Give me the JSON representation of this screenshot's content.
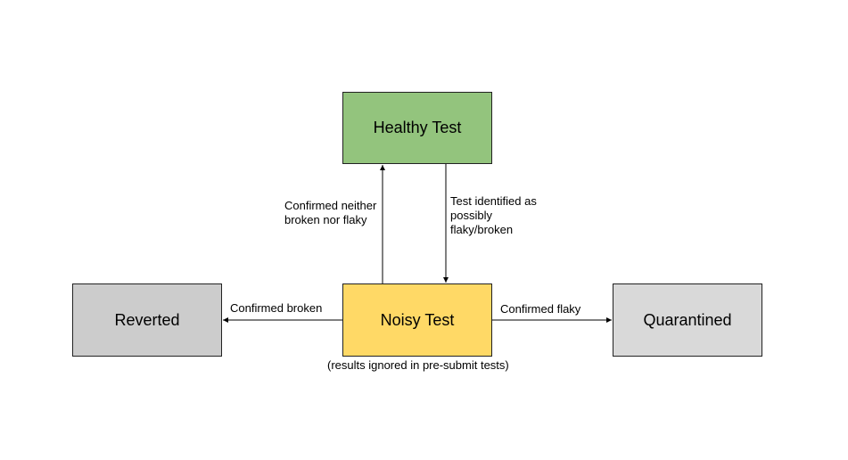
{
  "diagram": {
    "nodes": {
      "healthy": {
        "label": "Healthy Test",
        "fill": "#93c47d"
      },
      "noisy": {
        "label": "Noisy Test",
        "fill": "#ffd966",
        "note": "(results ignored in pre-submit tests)"
      },
      "reverted": {
        "label": "Reverted",
        "fill": "#cccccc"
      },
      "quarantined": {
        "label": "Quarantined",
        "fill": "#d9d9d9"
      }
    },
    "edges": {
      "noisy_to_healthy": {
        "line1": "Confirmed neither",
        "line2": "broken nor flaky"
      },
      "healthy_to_noisy": {
        "line1": "Test identified as",
        "line2": "possibly",
        "line3": "flaky/broken"
      },
      "noisy_to_reverted": {
        "label": "Confirmed broken"
      },
      "noisy_to_quarantined": {
        "label": "Confirmed flaky"
      }
    }
  }
}
